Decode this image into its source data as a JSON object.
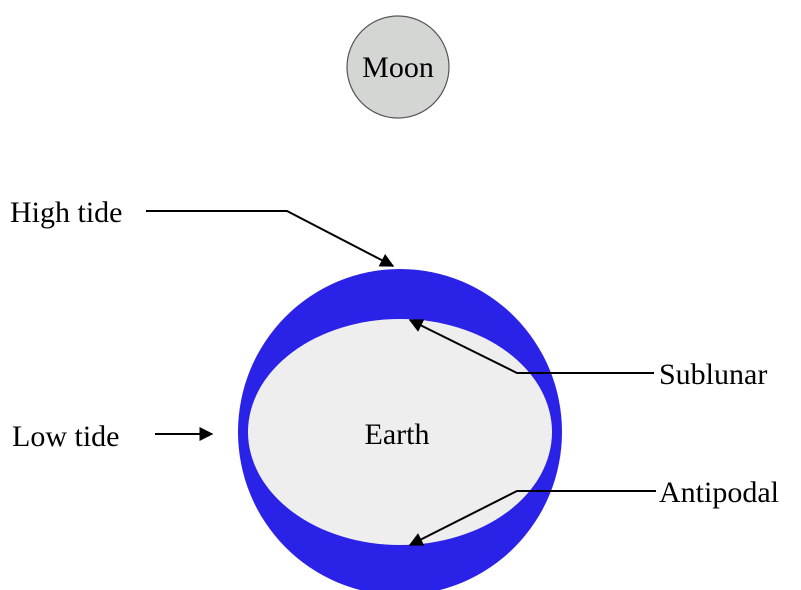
{
  "labels": {
    "moon": "Moon",
    "earth": "Earth",
    "high_tide": "High tide",
    "low_tide": "Low tide",
    "sublunar": "Sublunar",
    "antipodal": "Antipodal"
  },
  "colors": {
    "tidal_bulge": "#2a22e6",
    "earth_fill": "#eeeeee",
    "moon_fill": "#d4d6d4",
    "outline": "#000000"
  }
}
